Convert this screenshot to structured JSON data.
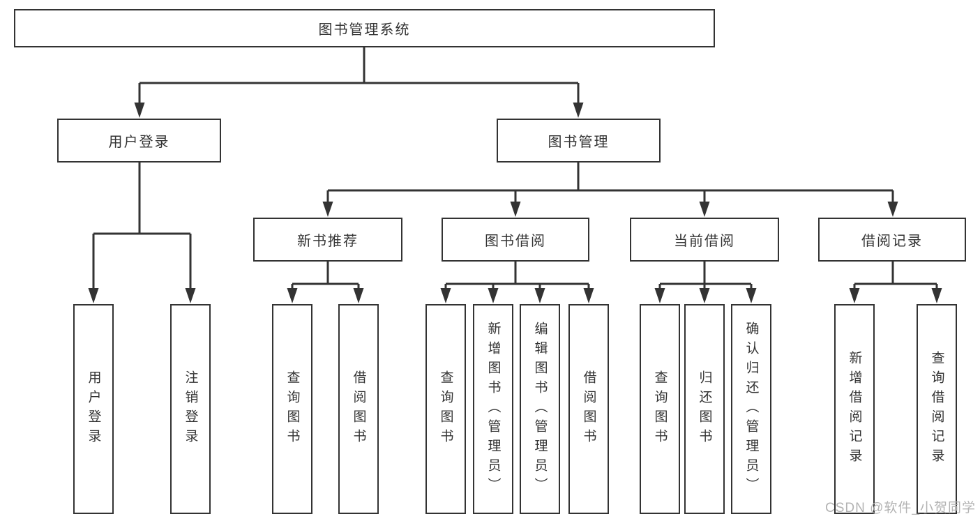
{
  "diagram": {
    "root": "图书管理系统",
    "level2": {
      "user_login": "用户登录",
      "book_mgmt": "图书管理"
    },
    "level3": {
      "new_books": "新书推荐",
      "borrow": "图书借阅",
      "current": "当前借阅",
      "records": "借阅记录"
    },
    "leaves": {
      "user_login": "用户登录",
      "logout": "注销登录",
      "nb_query": "查询图书",
      "nb_borrow": "借阅图书",
      "bw_query": "查询图书",
      "bw_add": "新增图书（管理员）",
      "bw_edit": "编辑图书（管理员）",
      "bw_borrow": "借阅图书",
      "cur_query": "查询图书",
      "cur_return": "归还图书",
      "cur_confirm": "确认归还（管理员）",
      "rec_add": "新增借阅记录",
      "rec_query": "查询借阅记录"
    }
  },
  "watermark": "CSDN @软件_小贺同学",
  "colors": {
    "line": "#333333",
    "text": "#333333",
    "watermark": "#b3b3b3",
    "background": "#ffffff"
  }
}
